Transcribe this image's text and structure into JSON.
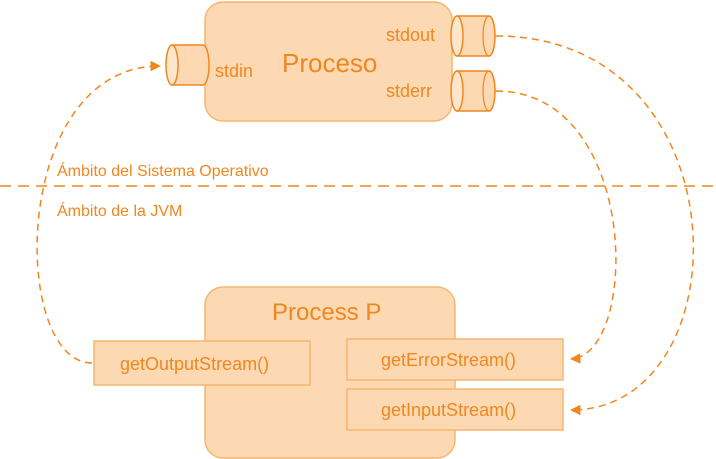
{
  "os_process": {
    "title": "Proceso",
    "stdin_label": "stdin",
    "stdout_label": "stdout",
    "stderr_label": "stderr"
  },
  "divider": {
    "os_scope_label": "Ámbito del Sistema Operativo",
    "jvm_scope_label": "Ámbito de la JVM"
  },
  "java_process": {
    "title": "Process P",
    "output_stream_label": "getOutputStream()",
    "error_stream_label": "getErrorStream()",
    "input_stream_label": "getInputStream()"
  },
  "colors": {
    "stroke": "#f0871e",
    "fill": "#fcd9b3",
    "text": "#f0871e"
  }
}
